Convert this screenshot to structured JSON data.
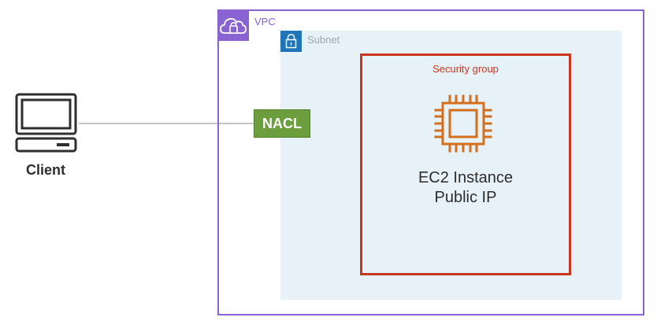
{
  "vpc": {
    "label": "VPC",
    "icon": "cloud-lock-icon",
    "color": "#8a63d2"
  },
  "subnet": {
    "label": "Subnet",
    "icon": "padlock-icon",
    "color": "#1f75b8",
    "fill": "#e7f1f8"
  },
  "security_group": {
    "label": "Security group",
    "color": "#c8361f"
  },
  "instance": {
    "line1": "EC2 Instance",
    "line2": "Public IP",
    "icon": "ec2-chip-icon",
    "color": "#d4701d"
  },
  "nacl": {
    "label": "NACL",
    "color": "#6c9e3d"
  },
  "client": {
    "label": "Client",
    "icon": "desktop-computer-icon"
  }
}
